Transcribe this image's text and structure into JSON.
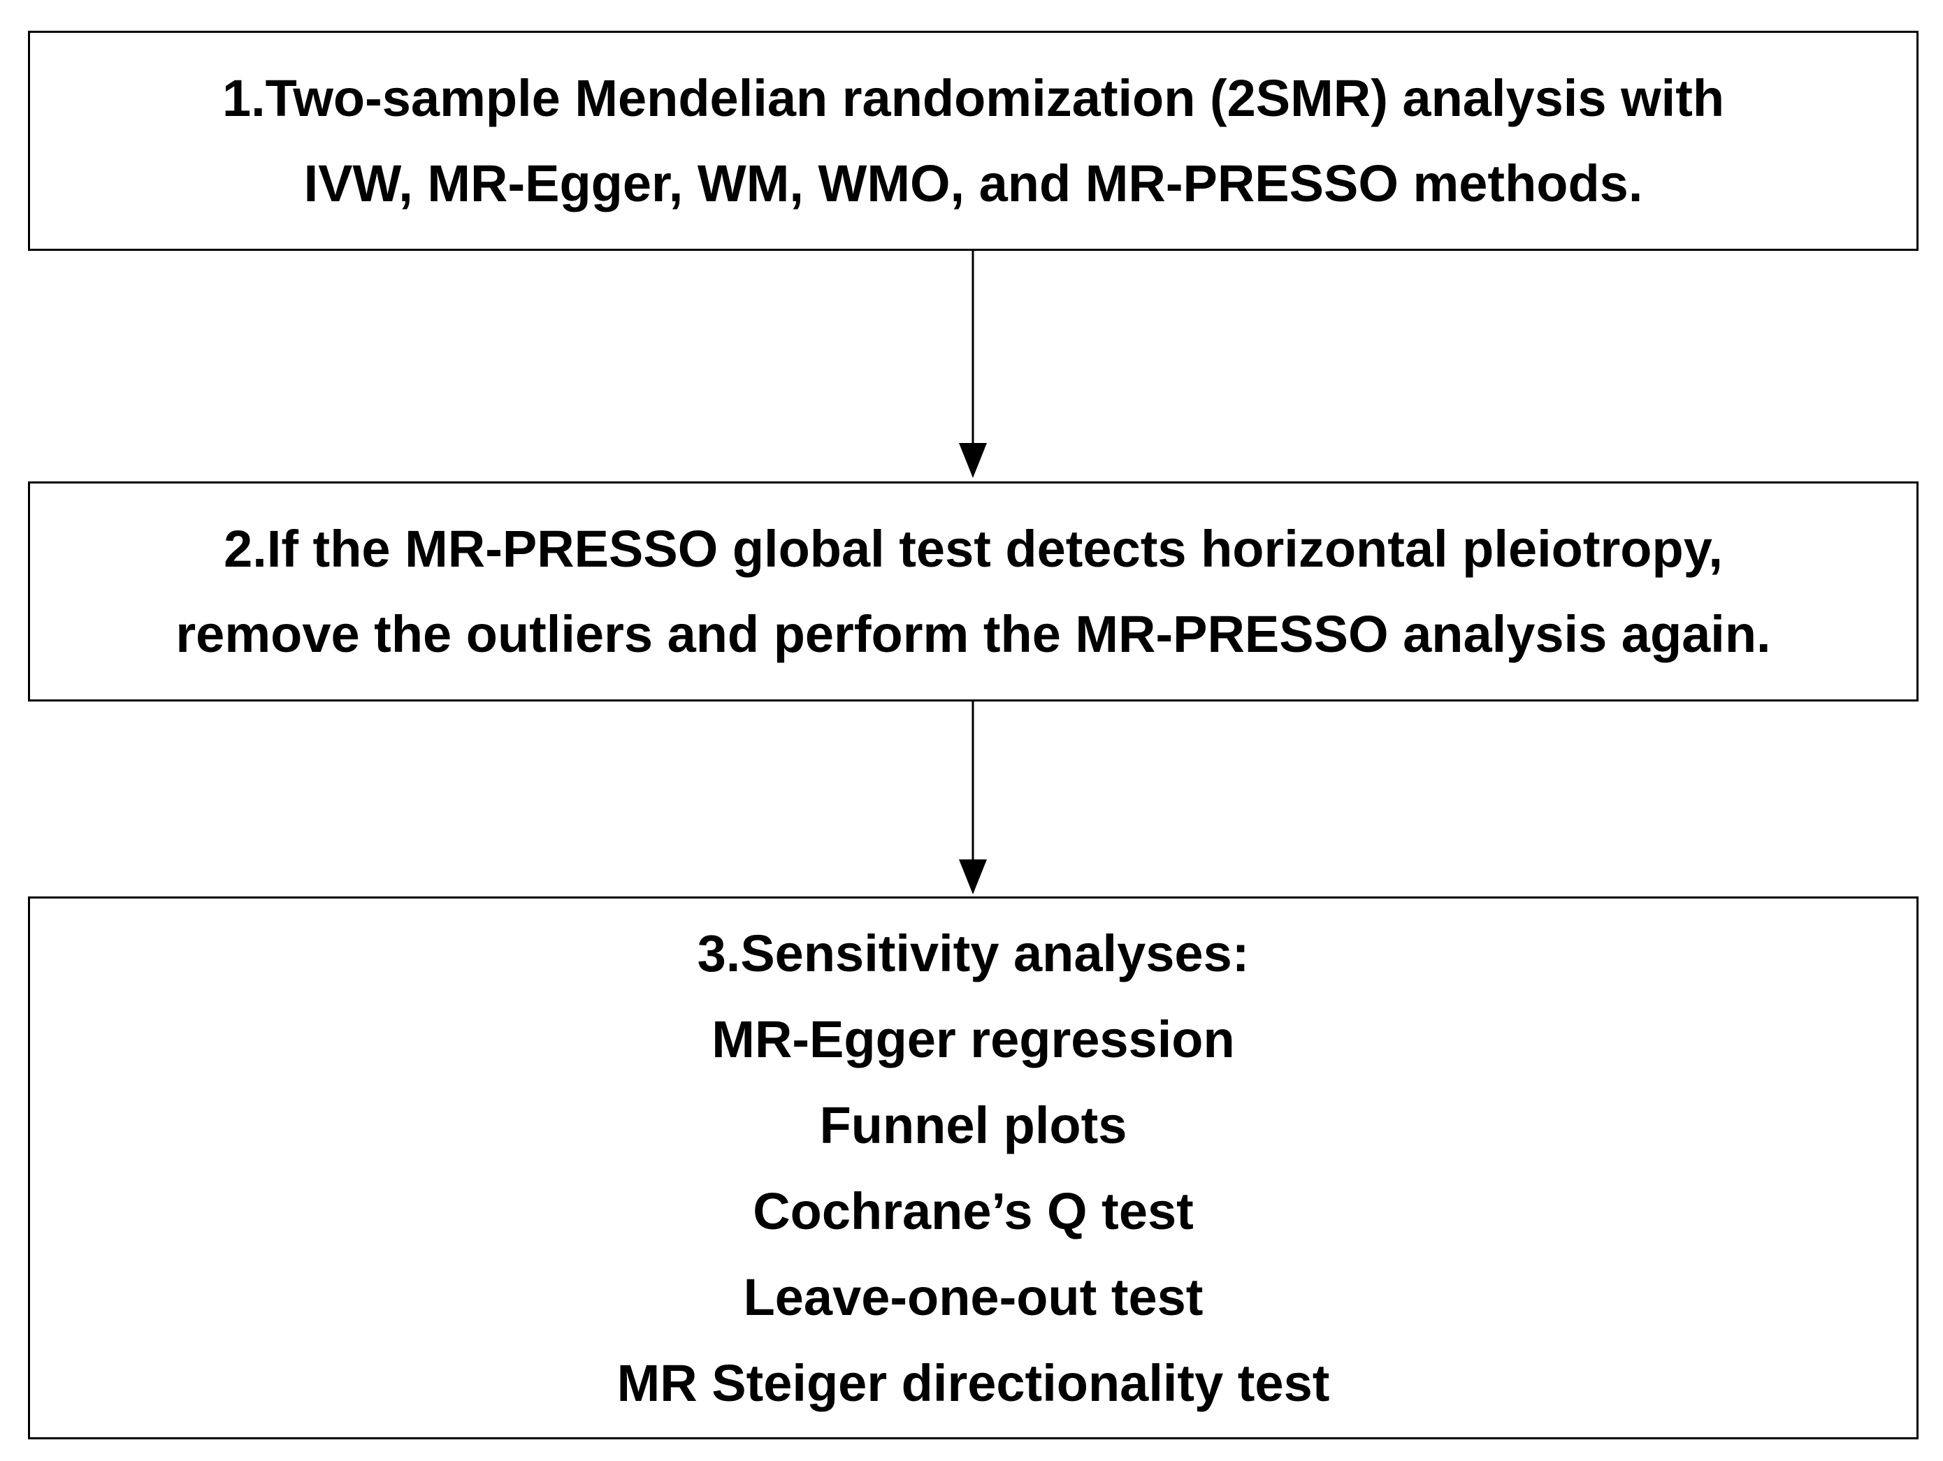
{
  "steps": [
    {
      "lines": [
        "1.Two-sample Mendelian randomization (2SMR) analysis with",
        "IVW, MR-Egger, WM, WMO, and MR-PRESSO methods."
      ]
    },
    {
      "lines": [
        "2.If the MR-PRESSO global test detects horizontal pleiotropy,",
        "remove the outliers and perform the MR-PRESSO analysis again."
      ]
    },
    {
      "lines": [
        "3.Sensitivity analyses:",
        "MR-Egger regression",
        "Funnel plots",
        "Cochrane’s Q test",
        "Leave-one-out test",
        "MR Steiger directionality test"
      ]
    }
  ],
  "colors": {
    "stroke": "#000000",
    "background": "#ffffff",
    "text": "#000000"
  }
}
